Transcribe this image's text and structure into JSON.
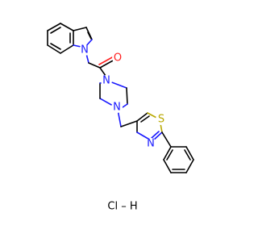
{
  "molecule": {
    "atoms": {
      "indole_n": "N",
      "carbonyl_o": "O",
      "piperazine_n1": "N",
      "piperazine_n2": "N",
      "thiazole_s": "S",
      "thiazole_n": "N"
    },
    "salt": "Cl – H"
  },
  "colors": {
    "bond": "#000000",
    "nitrogen": "#1a1aff",
    "oxygen": "#ff2020",
    "sulfur": "#b8a800"
  }
}
